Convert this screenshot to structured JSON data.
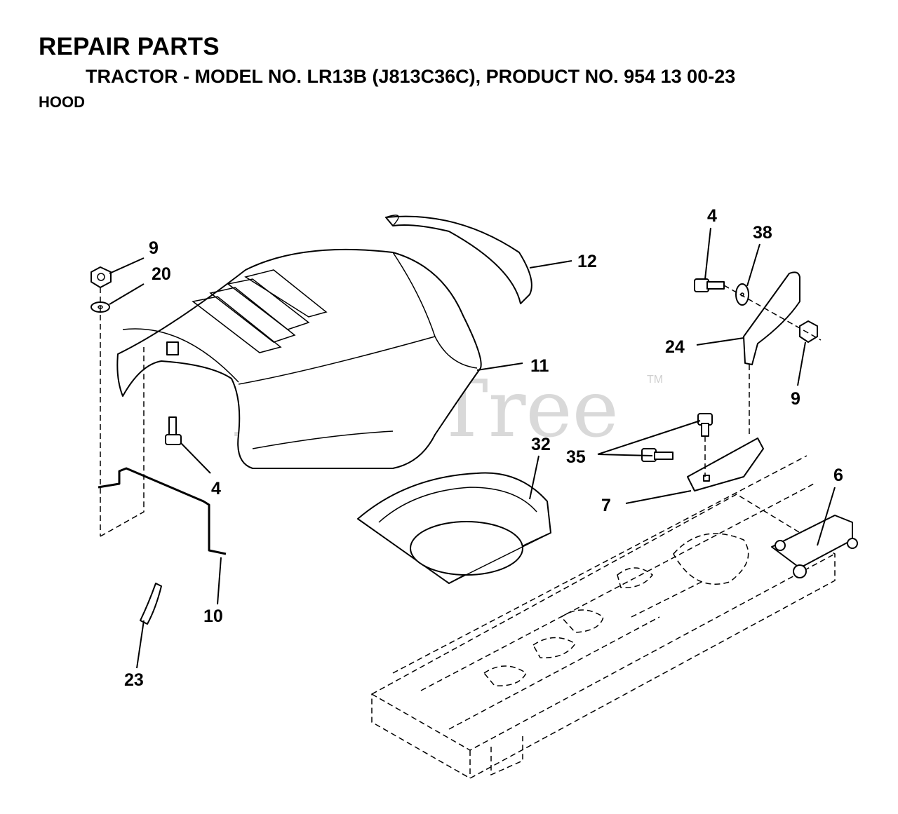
{
  "header": {
    "title": "REPAIR PARTS",
    "subtitle": "TRACTOR - MODEL NO. LR13B (J813C36C), PRODUCT NO. 954 13 00-23",
    "section": "HOOD"
  },
  "watermark": {
    "text": "PartsTree",
    "mark": "TM",
    "color": "#d9d9d9"
  },
  "callouts": {
    "c4_left": "4",
    "c9_top": "9",
    "c20": "20",
    "c12": "12",
    "c11": "11",
    "c4_right": "4",
    "c38": "38",
    "c24": "24",
    "c9_right": "9",
    "c35": "35",
    "c7": "7",
    "c6": "6",
    "c32": "32",
    "c10": "10",
    "c23": "23"
  }
}
